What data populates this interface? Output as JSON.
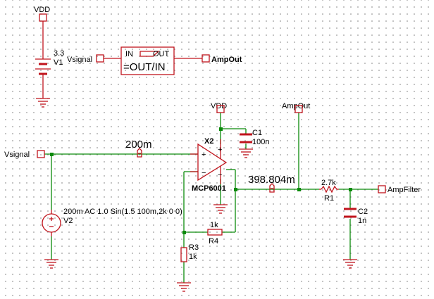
{
  "labels": {
    "vdd_top": "VDD",
    "v1_value": "3.3",
    "v1_name": "V1",
    "vsignal_top": "Vsignal",
    "eq_in": "IN",
    "eq_out": "OUT",
    "eq_expr": "=OUT/IN",
    "ampout_top": "AmpOut",
    "vdd_mid": "VDD",
    "c1_name": "C1",
    "c1_value": "100n",
    "ampout_mid": "AmpOut",
    "x2_name": "X2",
    "probe_in": "200m",
    "vsignal_left": "Vsignal",
    "opamp_name": "MCP6001",
    "probe_out": "398.804m",
    "r1_value": "2.7k",
    "r1_name": "R1",
    "ampfilter": "AmpFilter",
    "c2_name": "C2",
    "c2_value": "1n",
    "v2_spec": "200m AC 1.0 Sin(1.5 100m,2k 0 0)",
    "v2_name": "V2",
    "r4_value": "1k",
    "r4_name": "R4",
    "r3_name": "R3",
    "r3_value": "1k",
    "plus": "+",
    "minus": "−"
  }
}
